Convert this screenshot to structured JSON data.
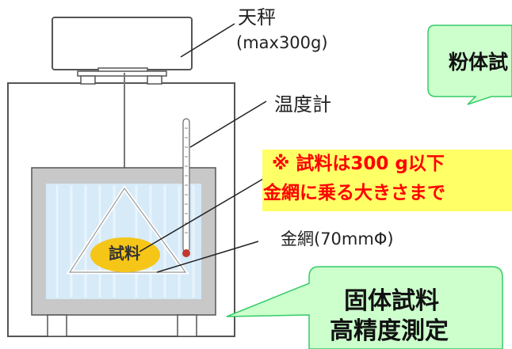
{
  "labels": {
    "balance": "天秤",
    "balance_capacity": "(max300g)",
    "thermometer": "温度計",
    "wire_mesh": "金網(70mmΦ)",
    "sample": "試料"
  },
  "note": {
    "line1": "※ 試料は300 g以下",
    "line2": "金網に乗る大きさまで",
    "color": "#ff0000"
  },
  "callout_top": {
    "text": "粉体試",
    "fill": "#ccffcc",
    "stroke": "#33cc66"
  },
  "callout_bottom": {
    "line1": "固体試料",
    "line2": "高精度測定",
    "fill": "#ccffcc",
    "stroke": "#33cc66"
  },
  "colors": {
    "apparatus_outline": "#555555",
    "water": "#d6eaf8",
    "vessel_wall": "#c8c8c8",
    "sample_fill": "#f5c518",
    "note_bg": "#ffff66"
  }
}
